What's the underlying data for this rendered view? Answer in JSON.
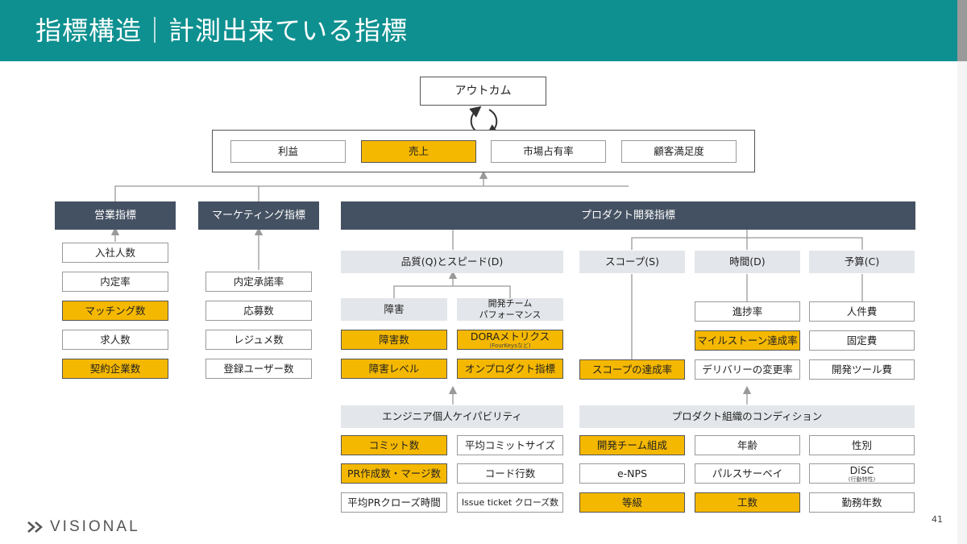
{
  "title": "指標構造｜計測出来ている指標",
  "outcome": "アウトカム",
  "kgi": [
    "利益",
    "売上",
    "市場占有率",
    "顧客満足度"
  ],
  "sales": {
    "header": "営業指標",
    "items": [
      "入社人数",
      "内定率",
      "マッチング数",
      "求人数",
      "契約企業数"
    ]
  },
  "marketing": {
    "header": "マーケティング指標",
    "items": [
      "内定承諾率",
      "応募数",
      "レジュメ数",
      "登録ユーザー数"
    ]
  },
  "product": {
    "header": "プロダクト開発指標",
    "quality_speed": "品質(Q)とスピード(D)",
    "fault": {
      "header": "障害",
      "items": [
        "障害数",
        "障害レベル"
      ]
    },
    "team_perf": {
      "header_line1": "開発チーム",
      "header_line2": "パフォーマンス",
      "dora": "DORAメトリクス",
      "dora_sub": "(FourKeysなど)",
      "on_product": "オンプロダクト指標"
    },
    "scope": {
      "header": "スコープ(S)",
      "item": "スコープの達成率"
    },
    "time": {
      "header": "時間(D)",
      "items": [
        "進捗率",
        "マイルストーン達成率",
        "デリバリーの変更率"
      ]
    },
    "budget": {
      "header": "予算(C)",
      "items": [
        "人件費",
        "固定費",
        "開発ツール費"
      ]
    },
    "engineer": {
      "header": "エンジニア個人ケイパビリティ",
      "items": [
        "コミット数",
        "平均コミットサイズ",
        "PR作成数・マージ数",
        "コード行数",
        "平均PRクローズ時間",
        "Issue ticket クローズ数"
      ]
    },
    "org": {
      "header": "プロダクト組織のコンディション",
      "items": [
        "開発チーム組成",
        "年齢",
        "性別",
        "e-NPS",
        "パルスサーベイ",
        "DiSC",
        "等級",
        "工数",
        "勤務年数"
      ],
      "disc_sub": "(行動特性)"
    }
  },
  "logo": "VISIONAL",
  "page_number": "41",
  "colors": {
    "header": "#0f9090",
    "highlight": "#f5b800",
    "dark": "#445162",
    "gray": "#e3e6ea"
  }
}
